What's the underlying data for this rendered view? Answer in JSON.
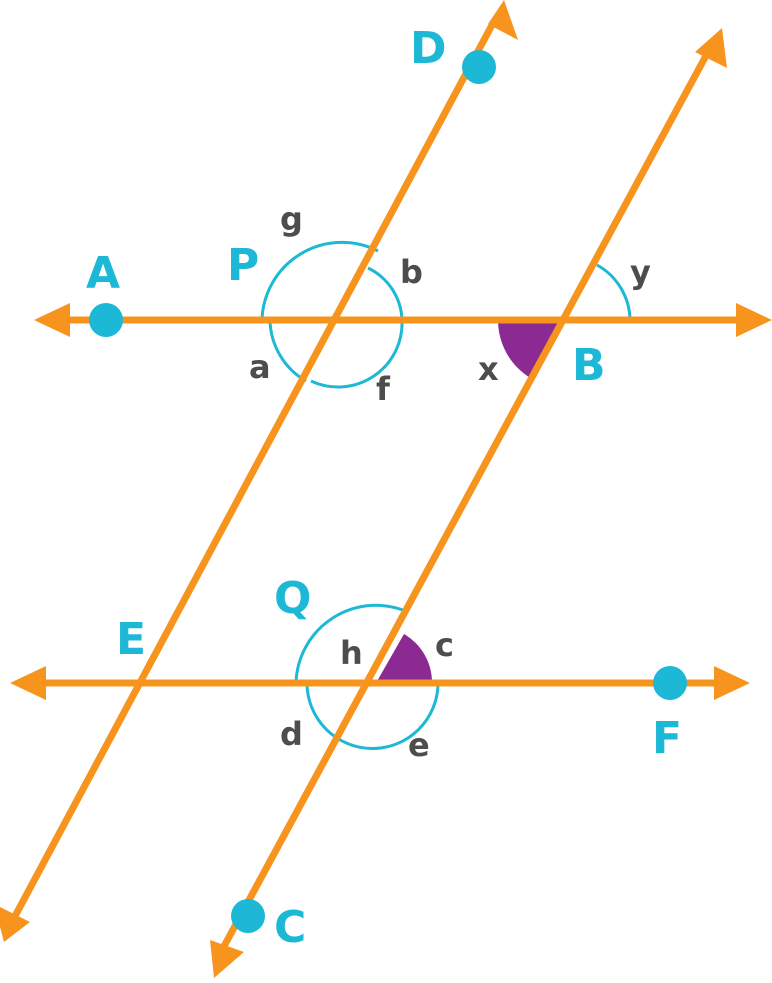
{
  "points": {
    "A": "A",
    "B": "B",
    "C": "C",
    "D": "D",
    "E": "E",
    "F": "F",
    "P": "P",
    "Q": "Q"
  },
  "angles": {
    "g": "g",
    "b": "b",
    "a": "a",
    "f": "f",
    "x": "x",
    "y": "y",
    "h": "h",
    "c": "c",
    "d": "d",
    "e": "e"
  },
  "colors": {
    "line": "#F7941D",
    "point": "#1CB8D6",
    "arc": "#1CB8D6",
    "filled_angle": "#8B2A92",
    "angle_label": "#4D4D4D"
  }
}
